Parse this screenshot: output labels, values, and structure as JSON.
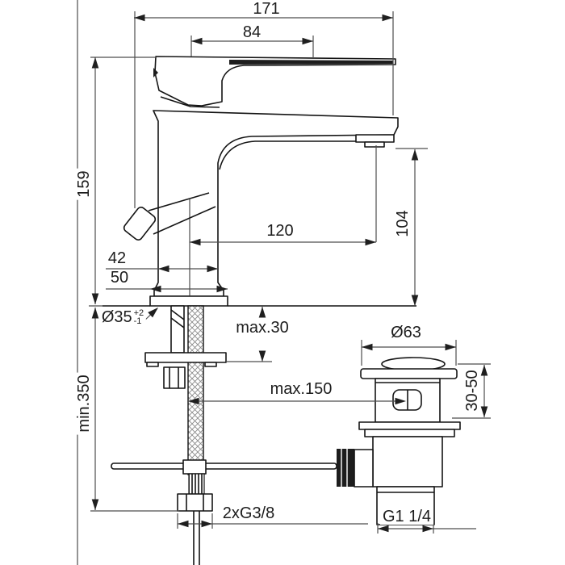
{
  "meta": {
    "description": "Technical dimension drawing of a single-lever basin mixer tap with flexible supply hoses and pop-up waste",
    "units": "mm"
  },
  "colors": {
    "background": "#ffffff",
    "object_line": "#141414",
    "dimension_line": "#4d4d4d",
    "text": "#1c1c1c"
  },
  "dimensions": {
    "overall_width": "171",
    "handle_length": "84",
    "height_to_deck": "159",
    "hose_min_length": "min.350",
    "body_width": "42",
    "base_width": "50",
    "hole_diameter": "Ø35",
    "hole_tolerance_plus": "+2",
    "hole_tolerance_minus": "-1",
    "deck_thickness_max": "max.30",
    "spout_reach": "120",
    "spout_outlet_height": "104",
    "rod_reach_max": "max.150",
    "waste_flange_diameter": "Ø63",
    "waste_height_range": "30-50",
    "supply_thread": "2xG3/8",
    "waste_thread": "G1 1/4"
  }
}
